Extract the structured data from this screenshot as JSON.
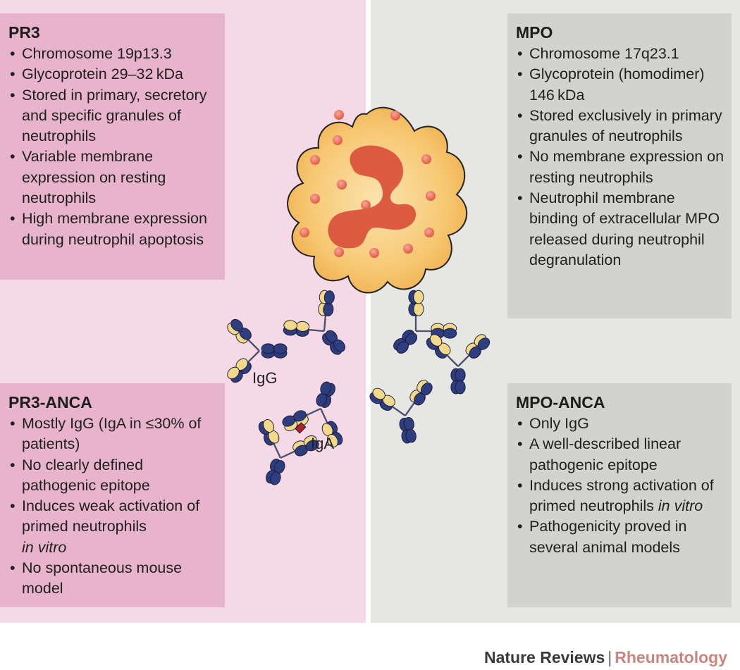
{
  "pr3": {
    "title": "PR3",
    "items": [
      "Chromosome 19p13.3",
      "Glycoprotein 29–32 kDa",
      "Stored in primary, secretory and specific granules of neutrophils",
      "Variable membrane expression on resting neutrophils",
      "High membrane expression during neutrophil apoptosis"
    ]
  },
  "mpo": {
    "title": "MPO",
    "items": [
      "Chromosome 17q23.1",
      "Glycoprotein (homodimer) 146 kDa",
      "Stored exclusively in primary granules of neutrophils",
      "No membrane expression on resting neutrophils",
      "Neutrophil membrane binding of extracellular MPO released during neutrophil  degranulation"
    ]
  },
  "pr3_anca": {
    "title": "PR3-ANCA",
    "items": [
      "Mostly IgG (IgA in ≤30% of patients)",
      "No clearly defined pathogenic epitope",
      "Induces weak activation of primed neutrophils",
      "No spontaneous mouse model"
    ],
    "item3_italic": "in vitro"
  },
  "mpo_anca": {
    "title": "MPO-ANCA",
    "items": [
      "Only IgG",
      "A well-described linear pathogenic epitope",
      "Induces strong activation of primed neutrophils",
      "Pathogenicity proved in several animal models"
    ],
    "item3_italic": "in vitro"
  },
  "labels": {
    "igg": "IgG",
    "iga": "IgA"
  },
  "footer": {
    "journal": "Nature Reviews",
    "separator": "|",
    "subject": "Rheumatology"
  },
  "colors": {
    "left_panel": "#f5d9e6",
    "right_panel": "#e6e6e3",
    "pink_box": "#e8b4cc",
    "grey_box": "#d2d2ce",
    "cell": "#f6c264",
    "nucleus": "#d9503a",
    "antibody_heavy": "#2d3d7e",
    "antibody_light": "#f2d889",
    "iga_joining": "#b22222",
    "footer_subject": "#c9867f"
  },
  "icons": [
    "neutrophil-icon",
    "antibody-igg-icon",
    "antibody-iga-icon"
  ]
}
